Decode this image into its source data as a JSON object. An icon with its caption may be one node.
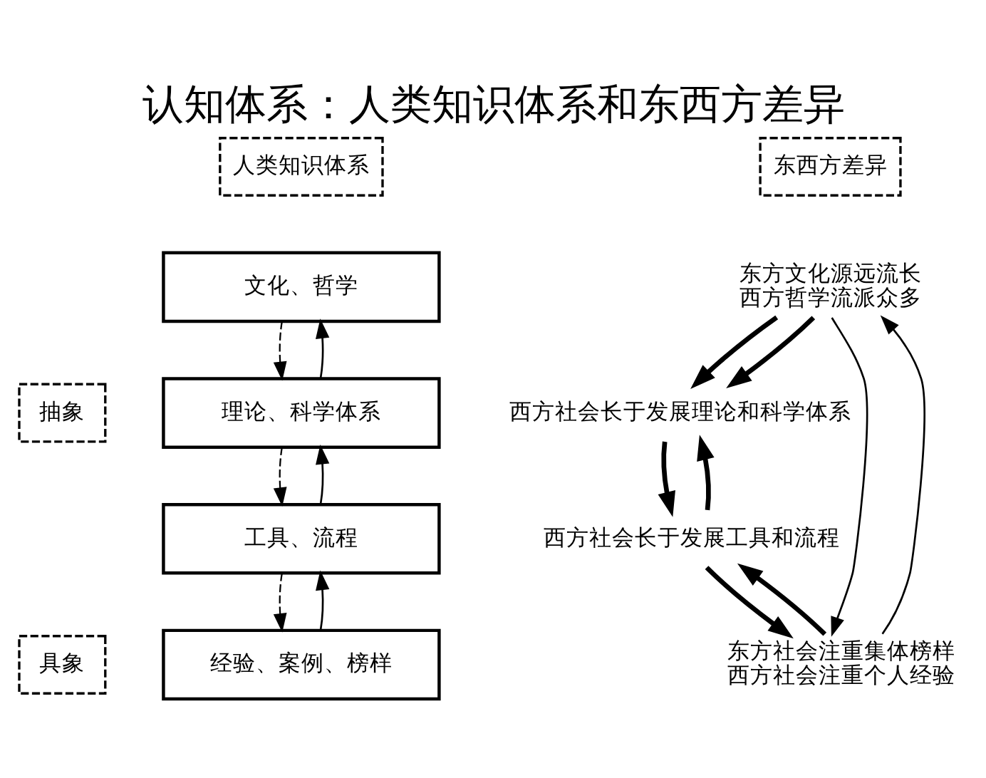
{
  "diagram": {
    "title": "认知体系：人类知识体系和东西方差异",
    "nodes": [
      {
        "text": [
          "人类知识体系"
        ]
      },
      {
        "text": [
          "东西方差异"
        ]
      },
      {
        "text": [
          "文化、哲学"
        ]
      },
      {
        "text": [
          "理论、科学体系"
        ]
      },
      {
        "text": [
          "工具、流程"
        ]
      },
      {
        "text": [
          "经验、案例、榜样"
        ]
      },
      {
        "text": [
          "抽象"
        ]
      },
      {
        "text": [
          "具象"
        ]
      },
      {
        "text": [
          "东方文化源远流长",
          "西方哲学流派众多"
        ]
      },
      {
        "text": [
          "西方社会长于发展理论和科学体系"
        ]
      },
      {
        "text": [
          "西方社会长于发展工具和流程"
        ]
      },
      {
        "text": [
          "东方社会注重集体榜样",
          "西方社会注重个人经验"
        ]
      }
    ],
    "edges": [
      {
        "from": 5,
        "to": 4,
        "arrow": "to"
      },
      {
        "from": 4,
        "to": 3,
        "arrow": "to"
      },
      {
        "from": 3,
        "to": 2,
        "arrow": "to"
      },
      {
        "from": 2,
        "to": 3,
        "arrow": "to",
        "style": "dashed"
      },
      {
        "from": 3,
        "to": 4,
        "arrow": "to",
        "style": "dashed"
      },
      {
        "from": 4,
        "to": 5,
        "arrow": "to",
        "style": "dashed"
      },
      {
        "from": 8,
        "to": 9,
        "arrow": "to",
        "style": "thick"
      },
      {
        "from": 8,
        "to": 9,
        "arrow": "to",
        "style": "thick"
      },
      {
        "from": 9,
        "to": 10,
        "arrow": "to",
        "style": "thick"
      },
      {
        "from": 10,
        "to": 9,
        "arrow": "to",
        "style": "thick"
      },
      {
        "from": 10,
        "to": 11,
        "arrow": "to",
        "style": "thick"
      },
      {
        "from": 11,
        "to": 10,
        "arrow": "to",
        "style": "thick"
      },
      {
        "from": 11,
        "to": 8,
        "arrow": "to"
      },
      {
        "from": 8,
        "to": 11,
        "arrow": "to"
      }
    ]
  }
}
